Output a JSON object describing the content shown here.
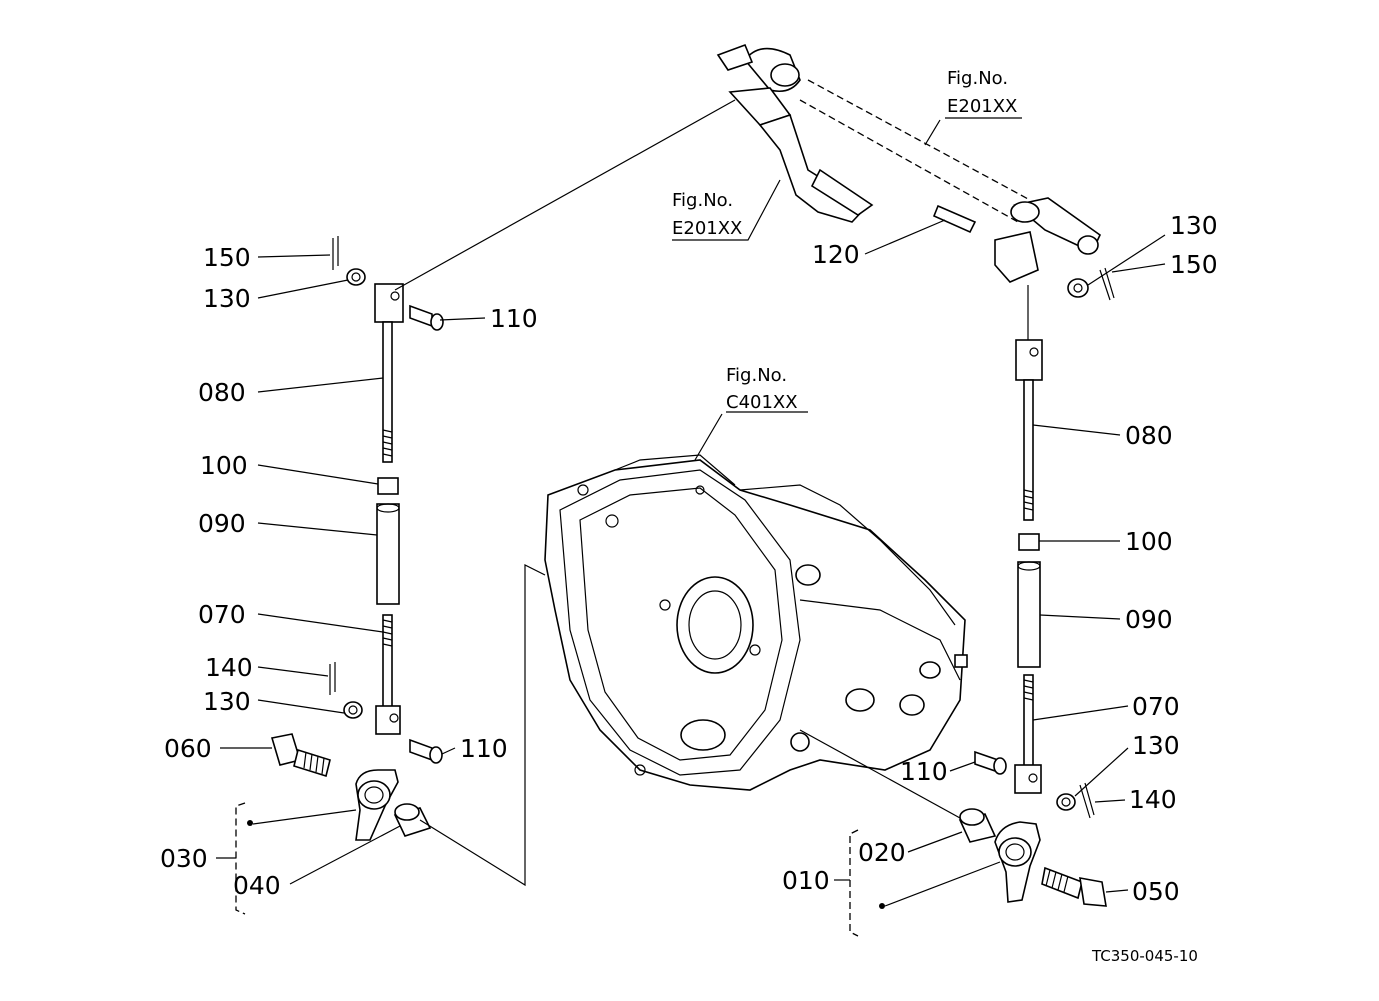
{
  "diagram": {
    "fig_refs": {
      "top_right": {
        "line1": "Fig.No.",
        "line2": "E201XX"
      },
      "top_center": {
        "line1": "Fig.No.",
        "line2": "E201XX"
      },
      "center": {
        "line1": "Fig.No.",
        "line2": "C401XX"
      }
    },
    "labels": {
      "left": {
        "p150": "150",
        "p130a": "130",
        "p110a": "110",
        "p080": "080",
        "p100": "100",
        "p090": "090",
        "p070": "070",
        "p140": "140",
        "p130b": "130",
        "p060": "060",
        "p110b": "110",
        "p030": "030",
        "p040": "040"
      },
      "right": {
        "p120": "120",
        "p130a": "130",
        "p150": "150",
        "p080": "080",
        "p100": "100",
        "p090": "090",
        "p070": "070",
        "p130b": "130",
        "p140": "140",
        "p110": "110",
        "p020": "020",
        "p010": "010",
        "p050": "050"
      }
    },
    "drawing_code": "TC350-045-10"
  }
}
